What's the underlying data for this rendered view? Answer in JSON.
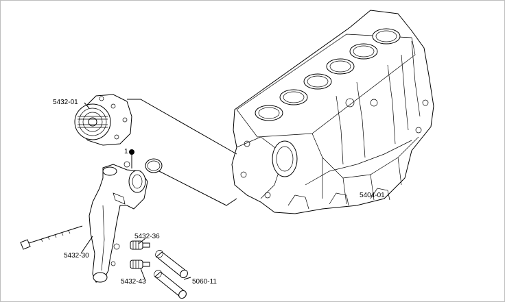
{
  "parts": {
    "engine_block": "5404-01",
    "water_pump": "5432-01",
    "thermostat_housing": "5432-30",
    "fitting_upper": "5432-36",
    "fitting_lower": "5432-43",
    "hose": "5060-11",
    "oring_ref": "1"
  }
}
